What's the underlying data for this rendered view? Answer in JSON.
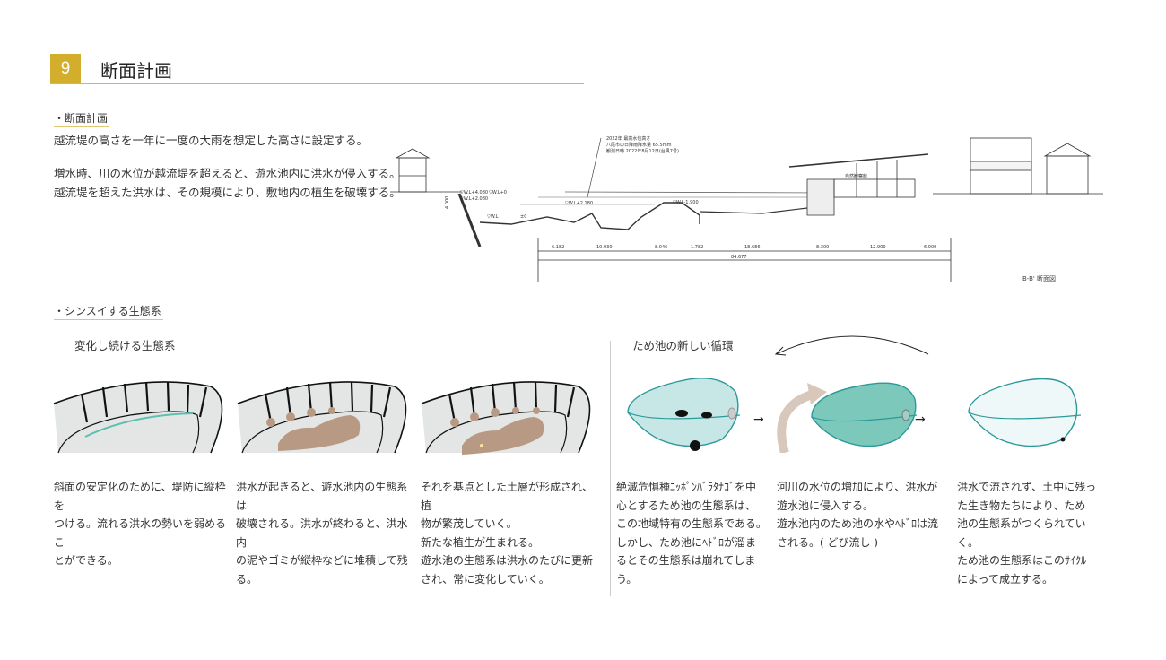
{
  "header": {
    "number": "9",
    "title": "断面計画"
  },
  "section1": {
    "label": "・断面計画",
    "lines": [
      "越流堤の高さを一年に一度の大雨を想定した高さに設定する。",
      "増水時、川の水位が越流堤を超えると、遊水池内に洪水が侵入する。",
      "越流堤を超えた洪水は、その規模により、敷地内の植生を破壊する。"
    ]
  },
  "drawing": {
    "caption": "B-B' 断面図",
    "levels": [
      "▽W.L+4.080",
      "▽W.L+2.080",
      "▽W.L+2.180",
      "▽W.L+0",
      "▽W.L",
      "±0",
      "▽W.L-1.900"
    ],
    "height_dim": "4.000",
    "dims": [
      "6.182",
      "10.930",
      "8.046",
      "1.782",
      "18.686",
      "8.300",
      "12.900",
      "6.000"
    ],
    "total": "84.677",
    "note": [
      "2022年 最高水位高さ",
      "八尾市の日降雨降水量 65.5mm",
      "観測日時 2022年8月12日(台風7号)"
    ],
    "building_label": "自然観察館"
  },
  "section2": {
    "label": "・シンスイする生態系",
    "left_title": "変化し続ける生態系",
    "right_title": "ため池の新しい循環",
    "columns": [
      [
        "斜面の安定化のために、堤防に縦枠を",
        "つける。流れる洪水の勢いを弱めるこ",
        "とができる。"
      ],
      [
        "洪水が起きると、遊水池内の生態系は",
        "破壊される。洪水が終わると、洪水内",
        "の泥やゴミが縦枠などに堆積して残",
        "る。"
      ],
      [
        "それを基点とした土層が形成され、植",
        "物が繁茂していく。",
        "新たな植生が生まれる。",
        "遊水池の生態系は洪水のたびに更新",
        "され、常に変化していく。"
      ],
      [
        "絶滅危惧種ﾆｯﾎﾟﾝﾊﾞﾗﾀﾅｺﾞを中",
        "心とするため池の生態系は、",
        "この地域特有の生態系である。",
        "しかし、ため池にﾍﾄﾞﾛが溜ま",
        "るとその生態系は崩れてしま",
        "う。"
      ],
      [
        "河川の水位の増加により、洪水が",
        "遊水池に侵入する。",
        "遊水池内のため池の水やﾍﾄﾞﾛは流",
        "される。( どび流し )"
      ],
      [
        "洪水で流されず、土中に残っ",
        "た生き物たちにより、ため",
        "池の生態系がつくられてい",
        "く。",
        "ため池の生態系はこのｻｲｸﾙ",
        "によって成立する。"
      ]
    ]
  },
  "colors": {
    "accent": "#d3ae2c",
    "soil": "#b89a84",
    "water": "#bfe3e3",
    "water_dark": "#6fc4b8"
  }
}
